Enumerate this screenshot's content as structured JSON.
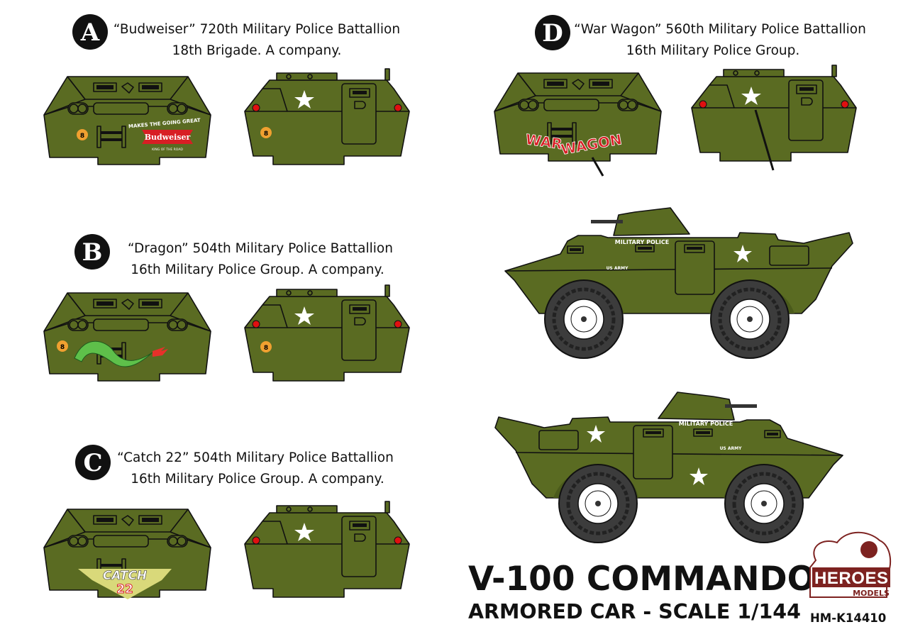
{
  "colors": {
    "olive": "#5a6b22",
    "olive_dark": "#4a5a1b",
    "tire": "#3c3c3c",
    "red_light": "#e01010",
    "orange_marker": "#f0a030",
    "logo": "#7d2220",
    "budweiser_red": "#d81e24",
    "catch_yellow": "#d9d97a"
  },
  "schemes": [
    {
      "letter": "A",
      "line1": "“Budweiser” 720th Military Police Battallion",
      "line2": "18th Brigade. A company.",
      "decal": "budweiser"
    },
    {
      "letter": "B",
      "line1": "“Dragon” 504th Military Police Battallion",
      "line2": "16th Military Police Group.  A company.",
      "decal": "dragon"
    },
    {
      "letter": "C",
      "line1": "“Catch 22” 504th Military Police Battallion",
      "line2": "16th Military Police Group.  A company.",
      "decal": "catch22"
    },
    {
      "letter": "D",
      "line1": "“War Wagon” 560th Military Police Battallion",
      "line2": "16th Military Police Group.",
      "decal": "war_wagon"
    }
  ],
  "decals": {
    "budweiser": {
      "slogan": "MAKES THE GOING GREAT",
      "brand": "Budweiser",
      "tagline": "KING OF THE ROAD"
    },
    "war_wagon": {
      "word1": "WAR",
      "word2": "WAGON"
    },
    "catch22": {
      "word": "CATCH",
      "number": "22"
    },
    "marker": "8"
  },
  "side_views": {
    "military_police": "MILITARY POLICE",
    "us_army": "US ARMY"
  },
  "title": {
    "main": "V-100 COMMANDO",
    "sub": "ARMORED CAR - SCALE 1/144"
  },
  "logo": {
    "line1": "HEROES",
    "line2": "MODELS",
    "code": "HM-K14410"
  },
  "icons": {
    "badge": "letter-circle-badge",
    "star": "white-star-insignia"
  }
}
